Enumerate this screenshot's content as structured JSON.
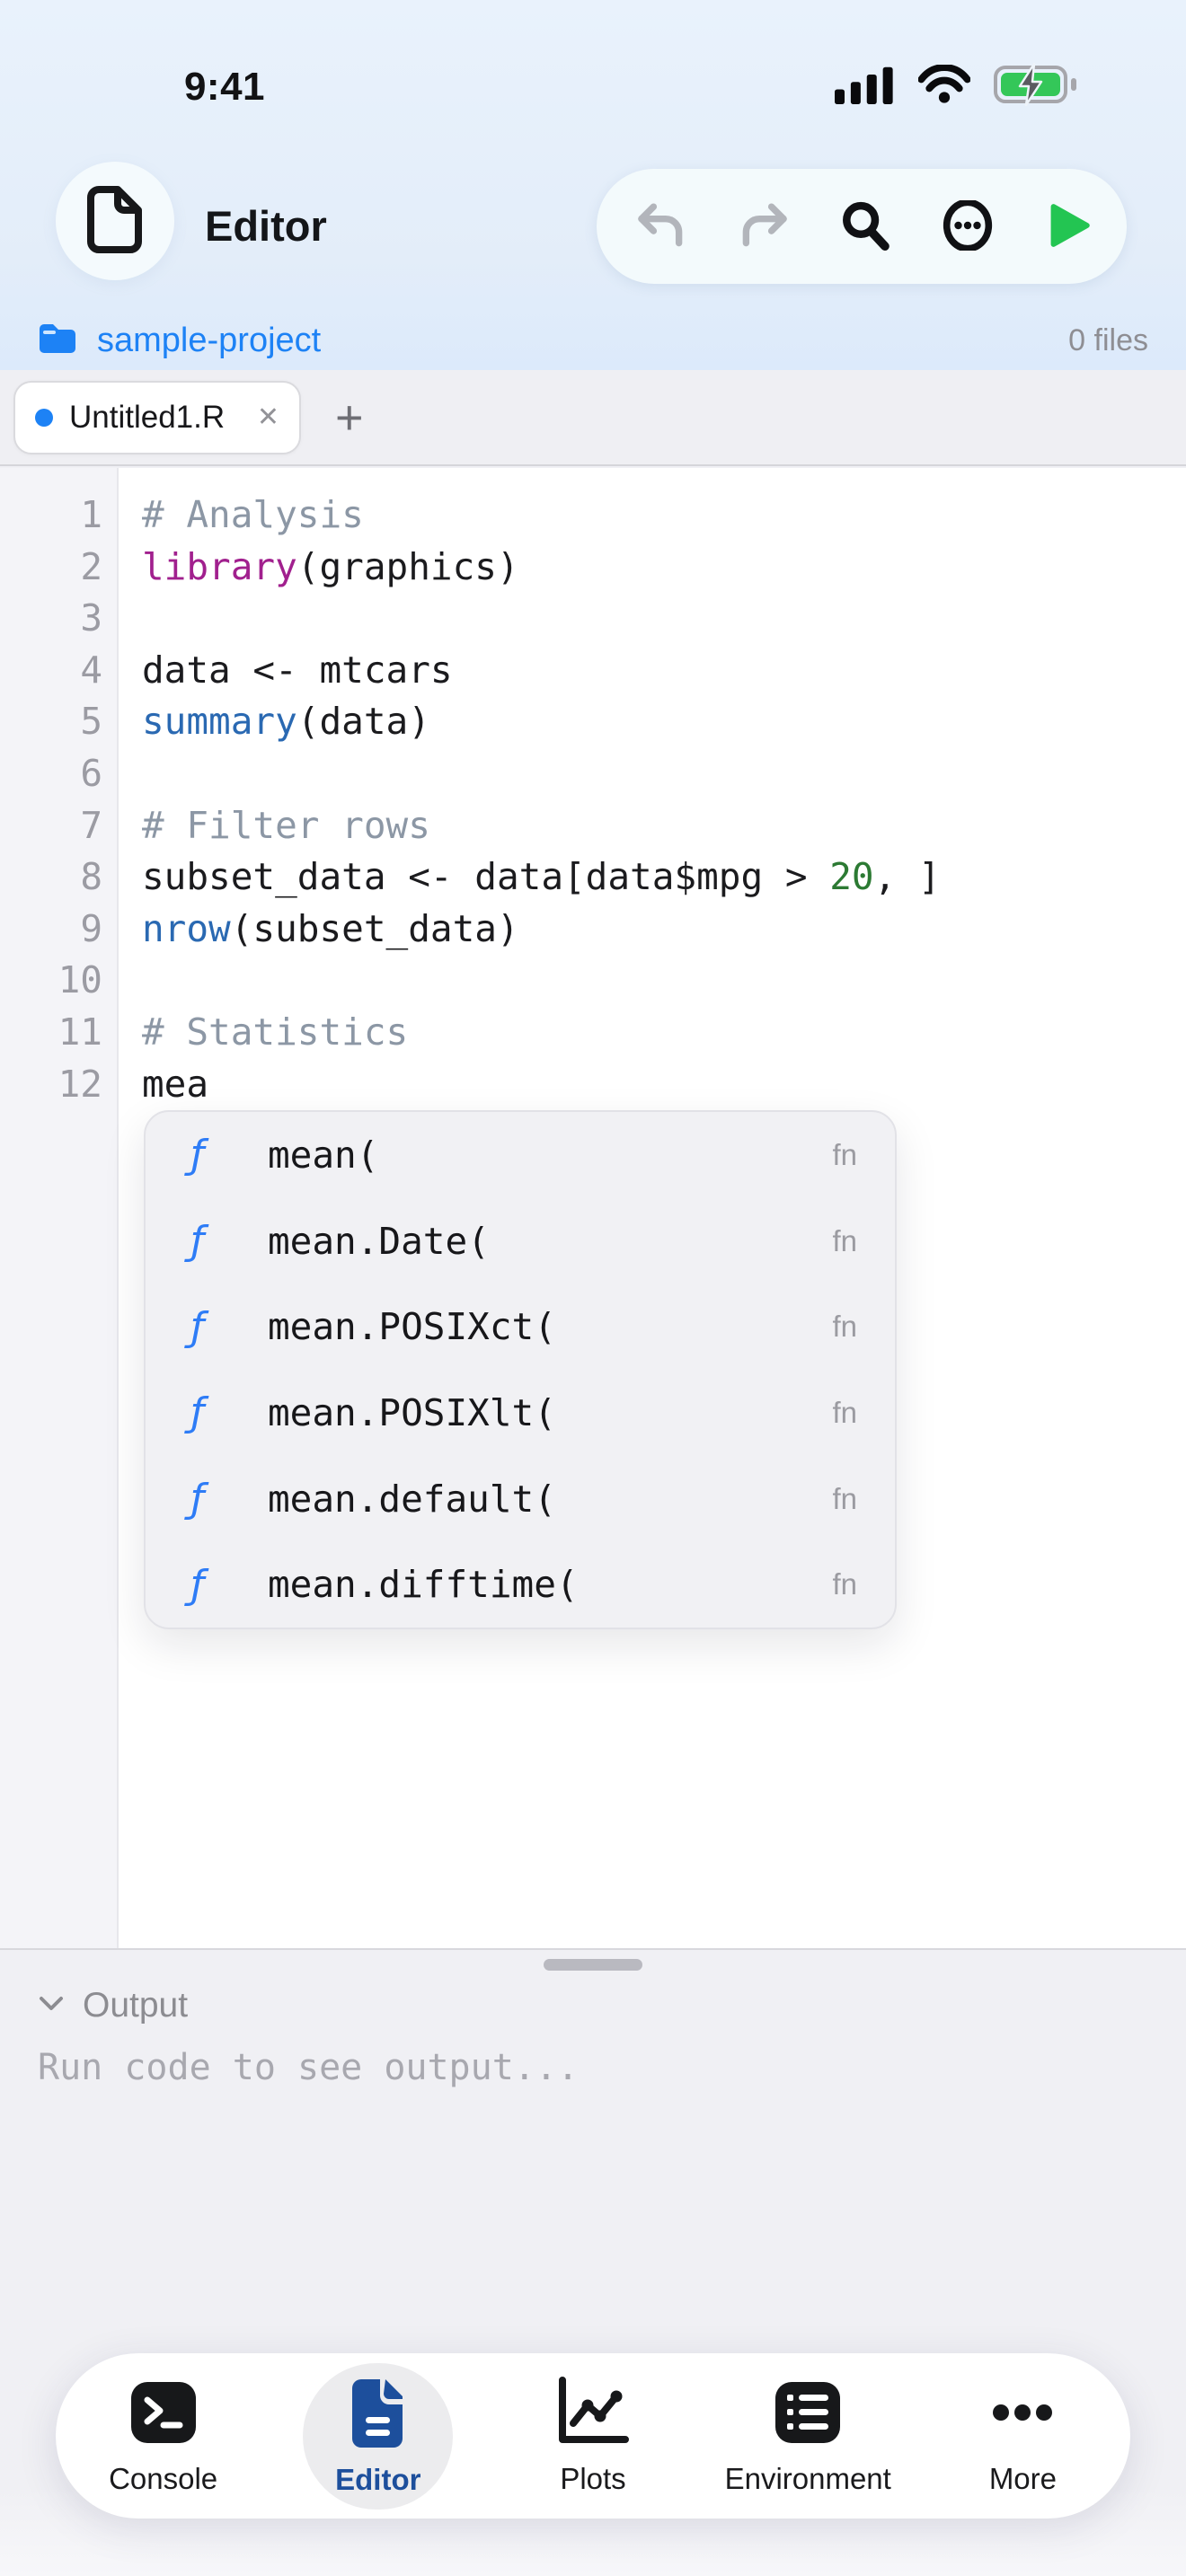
{
  "status": {
    "time": "9:41"
  },
  "header": {
    "title": "Editor"
  },
  "breadcrumb": {
    "project": "sample-project",
    "files": "0 files"
  },
  "tabs": {
    "open": [
      {
        "label": "Untitled1.R"
      }
    ],
    "close_symbol": "✕",
    "add_symbol": "+"
  },
  "editor": {
    "lines": [
      {
        "num": "1",
        "tokens": [
          {
            "t": "# Analysis",
            "c": "comment"
          }
        ]
      },
      {
        "num": "2",
        "tokens": [
          {
            "t": "library",
            "c": "keyword"
          },
          {
            "t": "(graphics)",
            "c": "plain"
          }
        ]
      },
      {
        "num": "3",
        "tokens": []
      },
      {
        "num": "4",
        "tokens": [
          {
            "t": "data <- mtcars",
            "c": "plain"
          }
        ]
      },
      {
        "num": "5",
        "tokens": [
          {
            "t": "summary",
            "c": "function"
          },
          {
            "t": "(data)",
            "c": "plain"
          }
        ]
      },
      {
        "num": "6",
        "tokens": []
      },
      {
        "num": "7",
        "tokens": [
          {
            "t": "# Filter rows",
            "c": "comment"
          }
        ]
      },
      {
        "num": "8",
        "tokens": [
          {
            "t": "subset_data <- data[data$mpg > ",
            "c": "plain"
          },
          {
            "t": "20",
            "c": "number"
          },
          {
            "t": ", ]",
            "c": "plain"
          }
        ]
      },
      {
        "num": "9",
        "tokens": [
          {
            "t": "nrow",
            "c": "function"
          },
          {
            "t": "(subset_data)",
            "c": "plain"
          }
        ]
      },
      {
        "num": "10",
        "tokens": []
      },
      {
        "num": "11",
        "tokens": [
          {
            "t": "# Statistics",
            "c": "comment"
          }
        ]
      },
      {
        "num": "12",
        "tokens": [
          {
            "t": "mea",
            "c": "plain"
          }
        ]
      }
    ],
    "syntax_colors": {
      "comment": "#8c97a5",
      "keyword": "#a1208e",
      "function": "#2a69b2",
      "number": "#2c7a33"
    }
  },
  "autocomplete": {
    "symbol": "ƒ",
    "badge": "fn",
    "items": [
      "mean(",
      "mean.Date(",
      "mean.POSIXct(",
      "mean.POSIXlt(",
      "mean.default(",
      "mean.difftime("
    ]
  },
  "output": {
    "title": "Output",
    "placeholder": "Run code to see output..."
  },
  "tab_bar": {
    "items": [
      {
        "id": "console",
        "label": "Console"
      },
      {
        "id": "editor",
        "label": "Editor",
        "active": true
      },
      {
        "id": "plots",
        "label": "Plots"
      },
      {
        "id": "environment",
        "label": "Environment"
      },
      {
        "id": "more",
        "label": "More"
      }
    ]
  },
  "colors": {
    "accent_blue": "#1d82f5",
    "run_green": "#23c552",
    "active_tab_blue": "#1d4f9c",
    "battery_green": "#34c759"
  }
}
